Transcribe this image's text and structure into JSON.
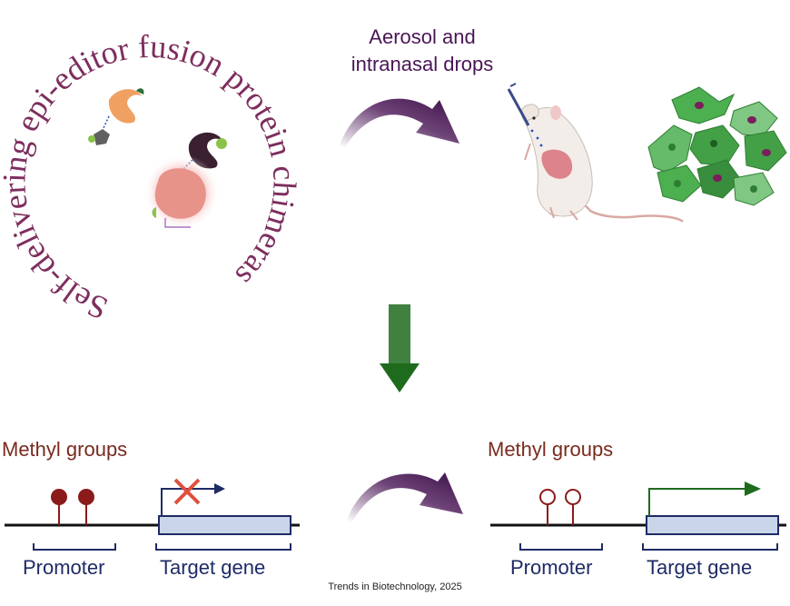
{
  "circular_title": "Self-delivering epi-editor fusion protein chimeras",
  "delivery_label": [
    "Aerosol and",
    "intranasal drops"
  ],
  "left_panel": {
    "methyl_label": "Methyl groups",
    "promoter_label": "Promoter",
    "target_label": "Target gene"
  },
  "right_panel": {
    "methyl_label": "Methyl groups",
    "promoter_label": "Promoter",
    "target_label": "Target gene"
  },
  "credit": "Trends in Biotechnology, 2025",
  "colors": {
    "title": "#7d2e5e",
    "arrow_purple": "#4a1656",
    "arrow_green": "#1e6b1e",
    "methyl_filled": "#8b1a1a",
    "gene_box": "#c9d6ea",
    "gene_border": "#1f2b66",
    "cross": "#e0503c"
  }
}
